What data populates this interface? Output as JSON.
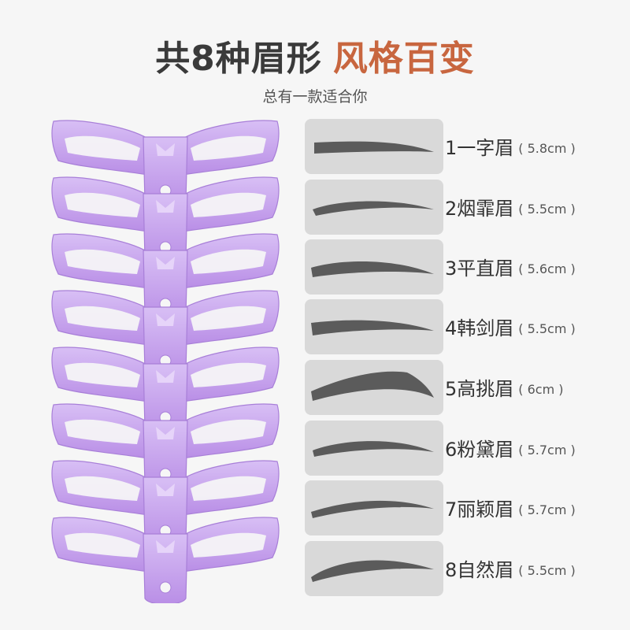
{
  "header": {
    "title_part1": "共8种眉形",
    "title_part2": "风格百变",
    "subtitle": "总有一款适合你"
  },
  "colors": {
    "title_dark": "#3a3a3a",
    "title_accent": "#c8663f",
    "stencil_purple": "#c9a6ef",
    "shape_box": "#d9d9d9",
    "brow": "#5b5b5b"
  },
  "shapes": [
    {
      "name": "1一字眉",
      "size": "( 5.8cm )",
      "brow": "straight"
    },
    {
      "name": "2烟霏眉",
      "size": "( 5.5cm )",
      "brow": "misty"
    },
    {
      "name": "3平直眉",
      "size": "( 5.6cm )",
      "brow": "flat"
    },
    {
      "name": "4韩剑眉",
      "size": "( 5.5cm )",
      "brow": "korean"
    },
    {
      "name": "5高挑眉",
      "size": "(  6cm  )",
      "brow": "high-arch"
    },
    {
      "name": "6粉黛眉",
      "size": "( 5.7cm )",
      "brow": "soft"
    },
    {
      "name": "7丽颖眉",
      "size": "( 5.7cm )",
      "brow": "elegant"
    },
    {
      "name": "8自然眉",
      "size": "( 5.5cm )",
      "brow": "natural"
    }
  ]
}
